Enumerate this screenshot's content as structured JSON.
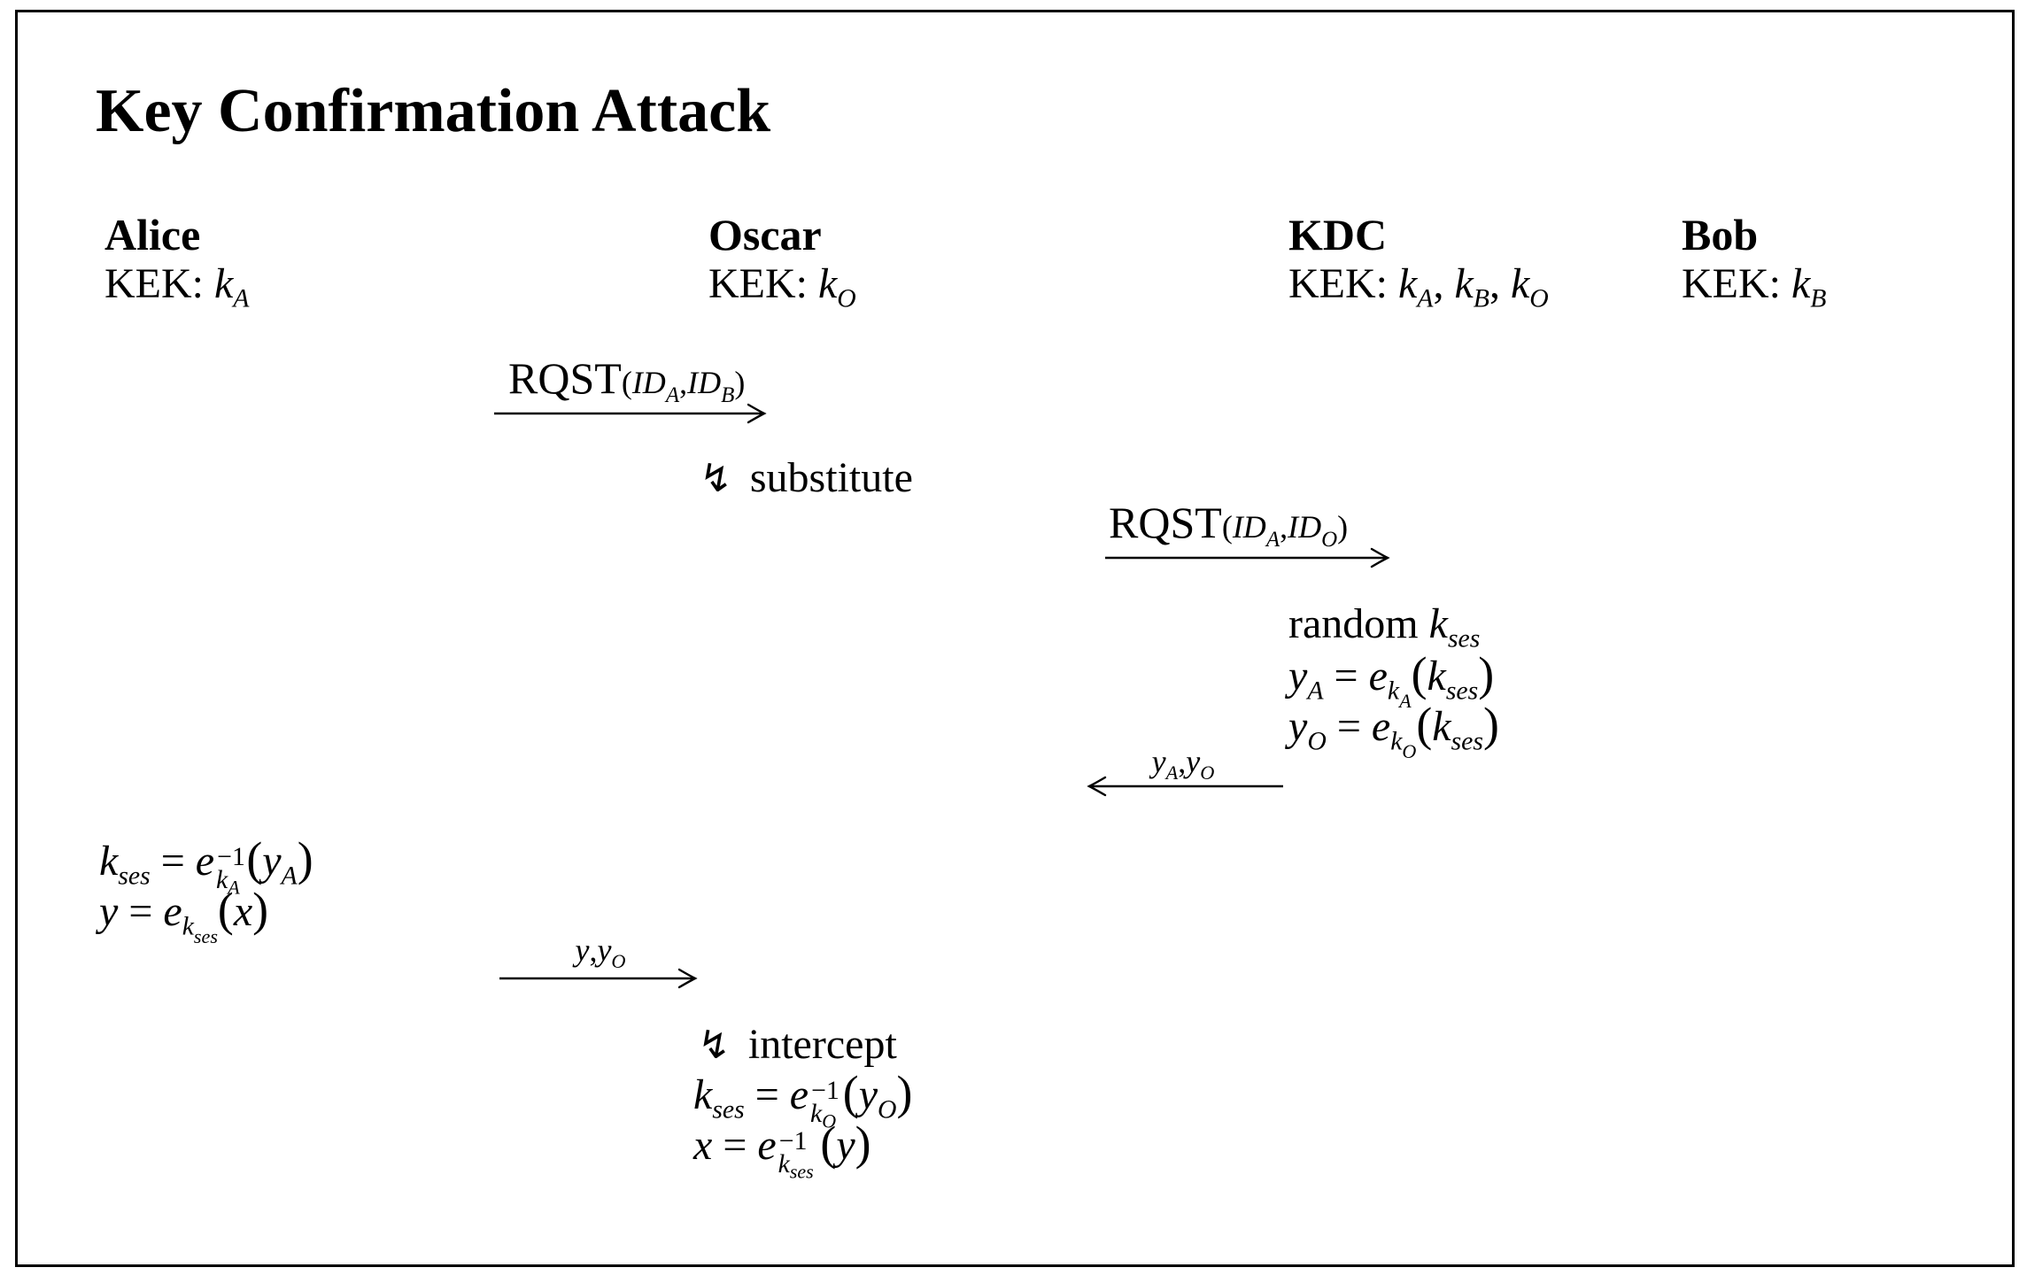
{
  "title": "Key Confirmation Attack",
  "colors": {
    "ink": "#000000",
    "background": "#ffffff"
  },
  "parties": [
    {
      "name": "Alice",
      "kek": [
        {
          "c": "rm",
          "v": "KEK: "
        },
        {
          "c": "it",
          "v": "k"
        },
        {
          "c": "sub",
          "v": "A"
        }
      ]
    },
    {
      "name": "Oscar",
      "kek": [
        {
          "c": "rm",
          "v": "KEK: "
        },
        {
          "c": "it",
          "v": "k"
        },
        {
          "c": "sub",
          "v": "O"
        }
      ]
    },
    {
      "name": "KDC",
      "kek": [
        {
          "c": "rm",
          "v": "KEK: "
        },
        {
          "c": "it",
          "v": "k"
        },
        {
          "c": "sub",
          "v": "A"
        },
        {
          "c": "rm",
          "v": ", "
        },
        {
          "c": "it",
          "v": "k"
        },
        {
          "c": "sub",
          "v": "B"
        },
        {
          "c": "rm",
          "v": ", "
        },
        {
          "c": "it",
          "v": "k"
        },
        {
          "c": "sub",
          "v": "O"
        }
      ]
    },
    {
      "name": "Bob",
      "kek": [
        {
          "c": "rm",
          "v": "KEK: "
        },
        {
          "c": "it",
          "v": "k"
        },
        {
          "c": "sub",
          "v": "B"
        }
      ]
    }
  ],
  "messages": [
    {
      "id": "rqst-alice",
      "direction": "right",
      "label": [
        {
          "c": "rm",
          "v": "RQST"
        },
        {
          "c": "smr",
          "v": "("
        },
        {
          "c": "smi",
          "v": "ID"
        },
        {
          "c": "smsub",
          "v": "A"
        },
        {
          "c": "smr",
          "v": ","
        },
        {
          "c": "smi",
          "v": "ID"
        },
        {
          "c": "smsub",
          "v": "B"
        },
        {
          "c": "smr",
          "v": ")"
        }
      ]
    },
    {
      "id": "rqst-oscar",
      "direction": "right",
      "label": [
        {
          "c": "rm",
          "v": "RQST"
        },
        {
          "c": "smr",
          "v": "("
        },
        {
          "c": "smi",
          "v": "ID"
        },
        {
          "c": "smsub",
          "v": "A"
        },
        {
          "c": "smr",
          "v": ","
        },
        {
          "c": "smi",
          "v": "ID"
        },
        {
          "c": "smsub",
          "v": "O"
        },
        {
          "c": "smr",
          "v": ")"
        }
      ]
    },
    {
      "id": "session-keys",
      "direction": "left",
      "label": [
        {
          "c": "it",
          "v": "y"
        },
        {
          "c": "sub",
          "v": "A"
        },
        {
          "c": "rm",
          "v": ","
        },
        {
          "c": "it",
          "v": "y"
        },
        {
          "c": "sub",
          "v": "O"
        }
      ]
    },
    {
      "id": "key-confirmation",
      "direction": "right",
      "label": [
        {
          "c": "it",
          "v": "y"
        },
        {
          "c": "rm",
          "v": ","
        },
        {
          "c": "it",
          "v": "y"
        },
        {
          "c": "sub",
          "v": "O"
        }
      ]
    }
  ],
  "annotations": [
    {
      "id": "substitute",
      "glyph": "↯",
      "label": "substitute"
    },
    {
      "id": "intercept",
      "glyph": "↯",
      "label": "intercept"
    }
  ],
  "computations": {
    "kdc": [
      [
        {
          "c": "rm",
          "v": "random "
        },
        {
          "c": "it",
          "v": "k"
        },
        {
          "c": "sub",
          "v": "ses"
        }
      ],
      [
        {
          "c": "it",
          "v": "y"
        },
        {
          "c": "sub",
          "v": "A"
        },
        {
          "c": "rm",
          "v": " = "
        },
        {
          "c": "it",
          "v": "e"
        },
        {
          "c": "sub",
          "v": "k"
        },
        {
          "c": "sub2",
          "v": "A"
        },
        {
          "c": "p",
          "v": "("
        },
        {
          "c": "it",
          "v": "k"
        },
        {
          "c": "sub",
          "v": "ses"
        },
        {
          "c": "p",
          "v": ")"
        }
      ],
      [
        {
          "c": "it",
          "v": "y"
        },
        {
          "c": "sub",
          "v": "O"
        },
        {
          "c": "rm",
          "v": " = "
        },
        {
          "c": "it",
          "v": "e"
        },
        {
          "c": "sub",
          "v": "k"
        },
        {
          "c": "sub2",
          "v": "O"
        },
        {
          "c": "p",
          "v": "("
        },
        {
          "c": "it",
          "v": "k"
        },
        {
          "c": "sub",
          "v": "ses"
        },
        {
          "c": "p",
          "v": ")"
        }
      ]
    ],
    "alice": [
      [
        {
          "c": "it",
          "v": "k"
        },
        {
          "c": "sub",
          "v": "ses"
        },
        {
          "c": "rm",
          "v": " = "
        },
        {
          "c": "it",
          "v": "e"
        },
        {
          "sup": "−1",
          "sub": "k",
          "sub2": "A"
        },
        {
          "c": "p",
          "v": "("
        },
        {
          "c": "it",
          "v": "y"
        },
        {
          "c": "sub",
          "v": "A"
        },
        {
          "c": "p",
          "v": ")"
        }
      ],
      [
        {
          "c": "it",
          "v": "y"
        },
        {
          "c": "rm",
          "v": " = "
        },
        {
          "c": "it",
          "v": "e"
        },
        {
          "c": "sub",
          "v": "k"
        },
        {
          "c": "sub2",
          "v": "ses"
        },
        {
          "c": "p",
          "v": "("
        },
        {
          "c": "it",
          "v": "x"
        },
        {
          "c": "p",
          "v": ")"
        }
      ]
    ],
    "oscar": [
      [
        {
          "c": "it",
          "v": "k"
        },
        {
          "c": "sub",
          "v": "ses"
        },
        {
          "c": "rm",
          "v": " = "
        },
        {
          "c": "it",
          "v": "e"
        },
        {
          "sup": "−1",
          "sub": "k",
          "sub2": "O"
        },
        {
          "c": "p",
          "v": "("
        },
        {
          "c": "it",
          "v": "y"
        },
        {
          "c": "sub",
          "v": "O"
        },
        {
          "c": "p",
          "v": ")"
        }
      ],
      [
        {
          "c": "it",
          "v": "x"
        },
        {
          "c": "rm",
          "v": " = "
        },
        {
          "c": "it",
          "v": "e"
        },
        {
          "sup": "−1",
          "sub": "k",
          "sub2": "ses"
        },
        {
          "c": "p",
          "v": "("
        },
        {
          "c": "it",
          "v": "y"
        },
        {
          "c": "p",
          "v": ")"
        }
      ]
    ]
  }
}
